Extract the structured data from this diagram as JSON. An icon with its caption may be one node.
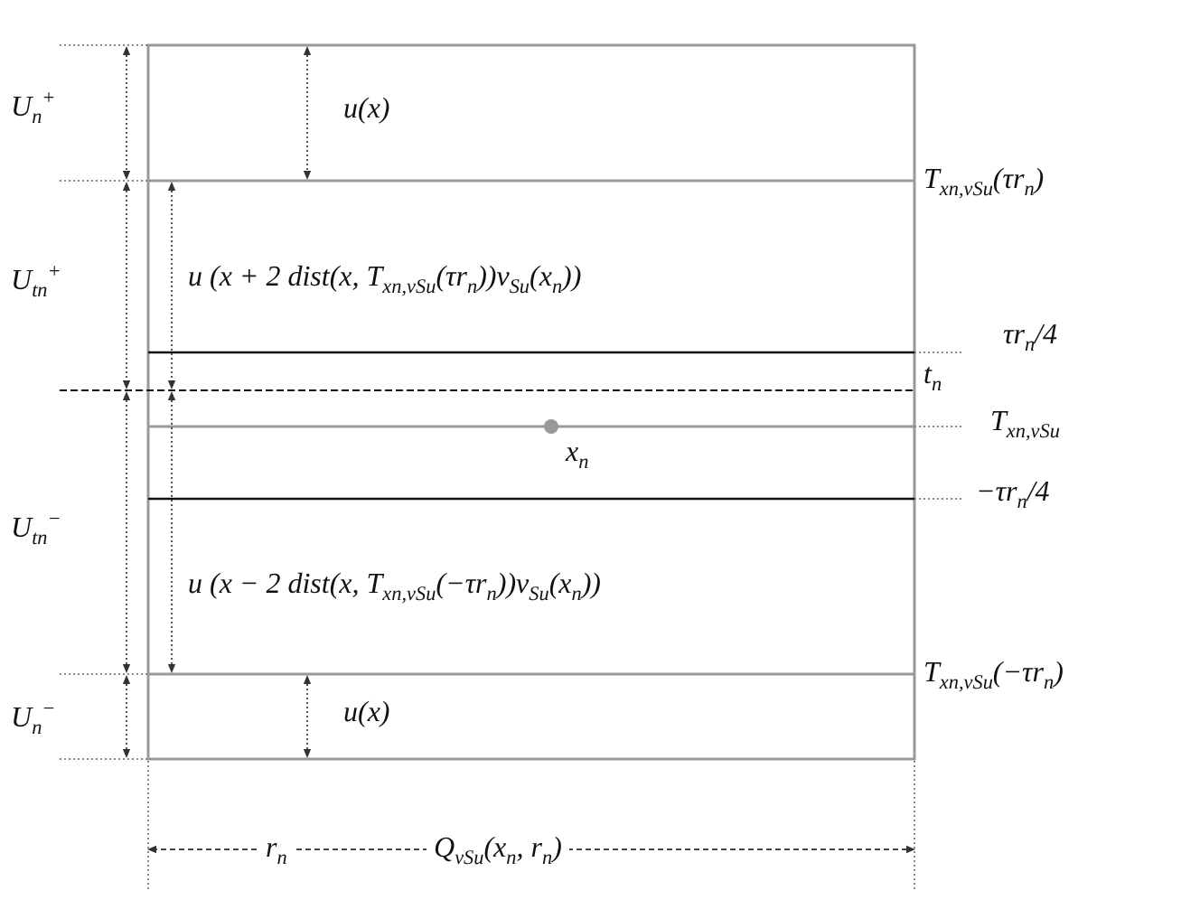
{
  "diagram": {
    "nodes": [
      {
        "text": [
          "u(x)"
        ]
      },
      {
        "text": [
          "u (x + 2 dist(x, T$_{xn,νSu}$(τr$_{n}$))ν$_{Su}$(x$_{n}$))"
        ]
      },
      {
        "text": [
          "u (x − 2 dist(x, T$_{xn,νSu}$(−τr$_{n}$))ν$_{Su}$(x$_{n}$))"
        ]
      },
      {
        "text": [
          "u(x)"
        ]
      }
    ],
    "labels": [
      "U$_{n}$$^{+}$",
      "T$_{xn,νSu}$(τr$_{n}$)",
      "U$_{tn}$$^{+}$",
      "τr$_{n}$/4",
      "t$_{n}$",
      "T$_{xn,νSu}$",
      "x$_{n}$",
      "U$_{tn}$$^{−}$",
      "−τr$_{n}$/4",
      "T$_{xn,νSu}$(−τr$_{n}$)",
      "U$_{n}$$^{−}$",
      "r$_{n}$",
      "Q$_{νSu}$(x$_{n}$, r$_{n}$)"
    ]
  }
}
